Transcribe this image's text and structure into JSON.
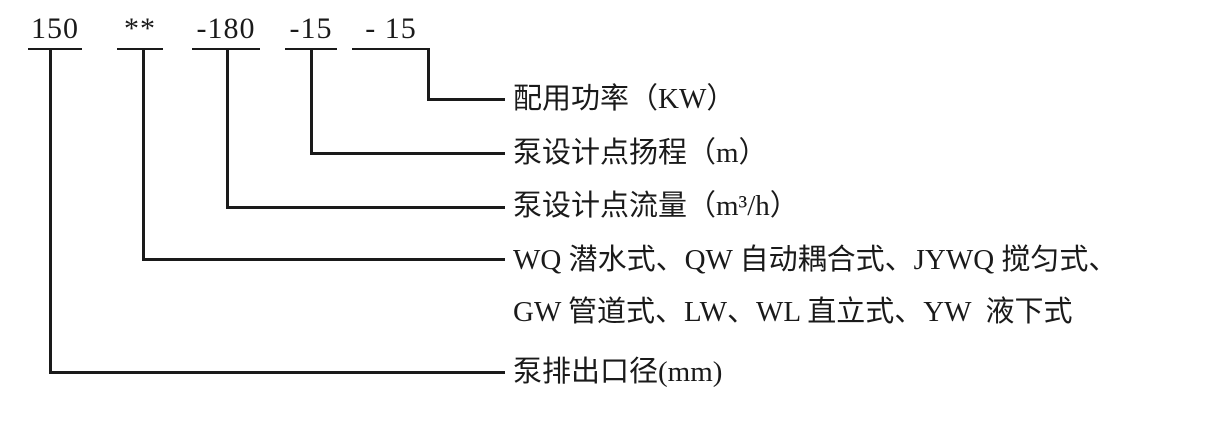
{
  "model_code": {
    "segments": [
      "150",
      "**",
      "-180",
      "-15",
      "- 15"
    ]
  },
  "callouts": {
    "power": "配用功率（KW）",
    "head": "泵设计点扬程（m）",
    "flow": "泵设计点流量（m³/h）",
    "type_line1": "WQ 潜水式、QW 自动耦合式、JYWQ 搅匀式、",
    "type_line2": "GW 管道式、LW、WL 直立式、YW  液下式",
    "diameter": "泵排出口径(mm)"
  },
  "colors": {
    "line": "#1a1a1a",
    "text": "#1a1a1a",
    "background": "#ffffff"
  }
}
